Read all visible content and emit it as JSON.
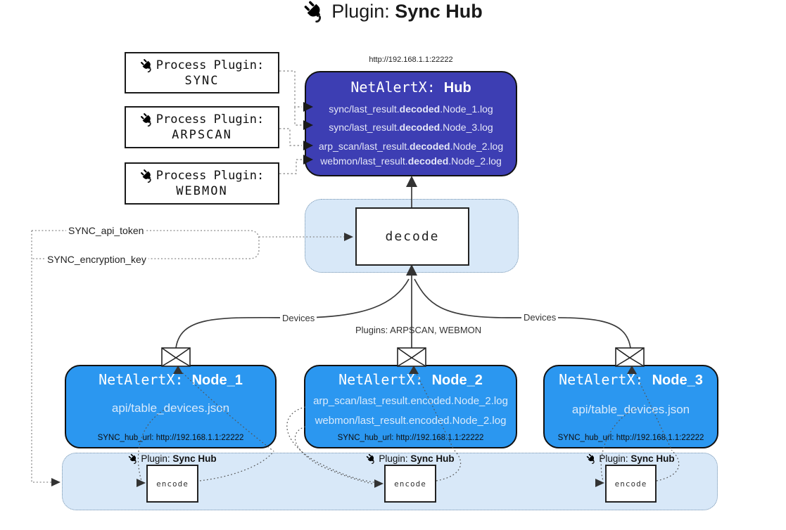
{
  "colors": {
    "hub_bg": "#3d3eb3",
    "node_bg": "#2b97f0",
    "container_bg": "#d8e8f8",
    "container_border": "#7492ad",
    "line": "#3a3a3a"
  },
  "title": {
    "prefix": "Plugin: ",
    "name": "Sync Hub"
  },
  "process_plugins": [
    {
      "label": "Process Plugin:",
      "name": "SYNC"
    },
    {
      "label": "Process Plugin:",
      "name": "ARPSCAN"
    },
    {
      "label": "Process Plugin:",
      "name": "WEBMON"
    }
  ],
  "hub": {
    "url": "http://192.168.1.1:22222",
    "title_prefix": "NetAlertX: ",
    "title_name": "Hub",
    "rows": [
      {
        "pre": "sync/last_result.",
        "bold": "decoded",
        "post": ".Node_1.log"
      },
      {
        "pre": "sync/last_result.",
        "bold": "decoded",
        "post": ".Node_3.log"
      },
      {
        "pre": "arp_scan/last_result.",
        "bold": "decoded",
        "post": ".Node_2.log"
      },
      {
        "pre": "webmon/last_result.",
        "bold": "decoded",
        "post": ".Node_2.log"
      }
    ]
  },
  "decode_label": "decode",
  "secrets": {
    "api_token": "SYNC_api_token",
    "encryption_key": "SYNC_encryption_key"
  },
  "edge_labels": {
    "left": "Devices",
    "center": "Plugins: ARPSCAN, WEBMON",
    "right": "Devices"
  },
  "nodes": [
    {
      "title_prefix": "NetAlertX: ",
      "title_name": "Node_1",
      "rows": [
        "api/table_devices.json"
      ],
      "hub_url": "SYNC_hub_url: http://192.168.1.1:22222"
    },
    {
      "title_prefix": "NetAlertX: ",
      "title_name": "Node_2",
      "rows": [
        "arp_scan/last_result.encoded.Node_2.log",
        "webmon/last_result.encoded.Node_2.log"
      ],
      "hub_url": "SYNC_hub_url: http://192.168.1.1:22222"
    },
    {
      "title_prefix": "NetAlertX: ",
      "title_name": "Node_3",
      "rows": [
        "api/table_devices.json"
      ],
      "hub_url": "SYNC_hub_url: http://192.168.1.1:22222"
    }
  ],
  "encoders": [
    {
      "label_prefix": "Plugin: ",
      "label_name": "Sync Hub",
      "box_label": "encode"
    },
    {
      "label_prefix": "Plugin: ",
      "label_name": "Sync Hub",
      "box_label": "encode"
    },
    {
      "label_prefix": "Plugin: ",
      "label_name": "Sync Hub",
      "box_label": "encode"
    }
  ]
}
